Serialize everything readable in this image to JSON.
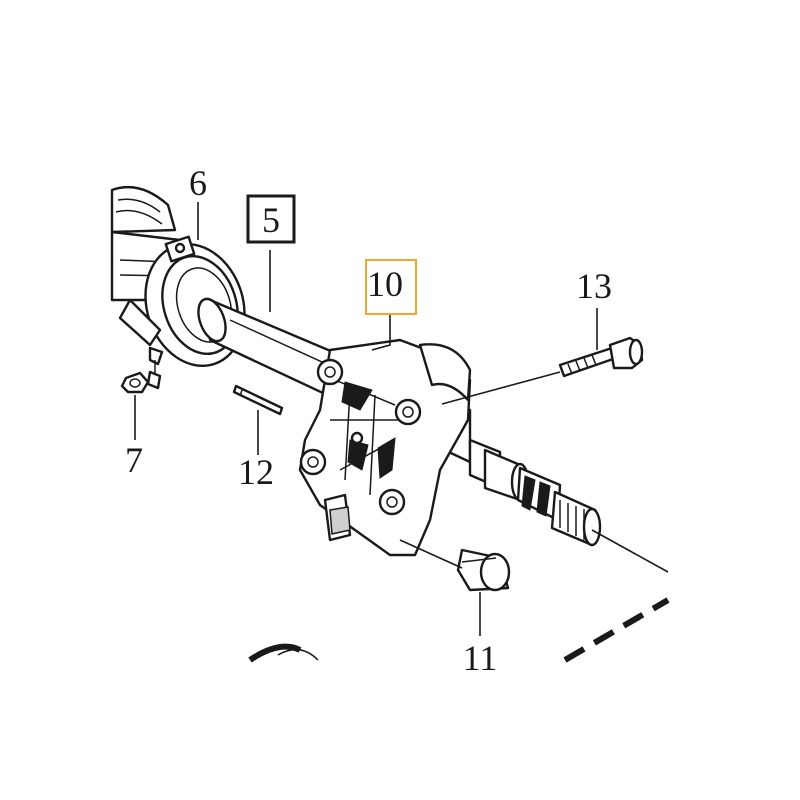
{
  "callouts": {
    "c5": "5",
    "c6": "6",
    "c7": "7",
    "c10": "10",
    "c11": "11",
    "c12": "12",
    "c13": "13"
  },
  "colors": {
    "highlight_box": "#f0a830",
    "line": "#1a1a1a"
  }
}
